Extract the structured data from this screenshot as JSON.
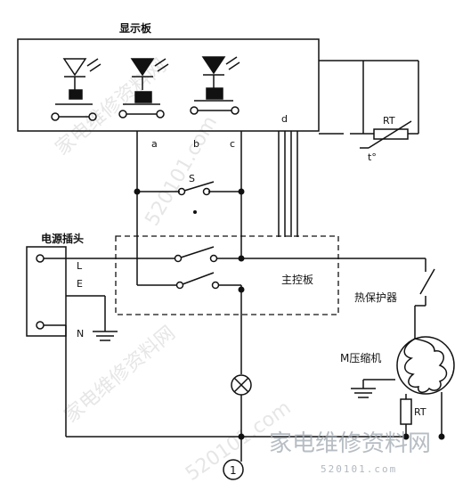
{
  "labels": {
    "display_board": "显示板",
    "rt_top": "RT",
    "t_symbol": "t°",
    "tap_a": "a",
    "tap_b": "b",
    "tap_c": "c",
    "tap_d": "d",
    "switch_s": "S",
    "power_plug": "电源插头",
    "plug_l": "L",
    "plug_e": "E",
    "plug_n": "N",
    "main_board": "主控板",
    "thermal_protector": "热保护器",
    "compressor": "M压缩机",
    "rt_bottom": "RT",
    "circle_one": "1"
  },
  "watermark": {
    "diagonal_1": "家电维修资料网",
    "diagonal_2": "520101.com",
    "diagonal_3": "家电维修资料网",
    "diagonal_4": "520101.com",
    "logo": "家电维修资料网",
    "url": "520101.com"
  }
}
